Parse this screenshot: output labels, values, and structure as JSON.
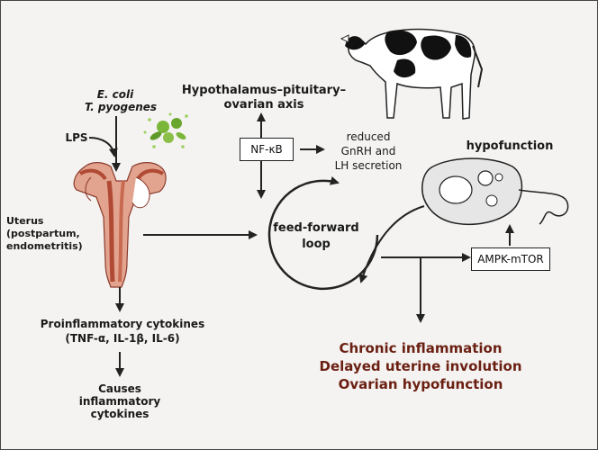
{
  "inputs": {
    "pathogen1": "E. coli",
    "pathogen2": "T. pyogenes",
    "lps": "LPS"
  },
  "hpo_axis": {
    "line1": "Hypothalamus–pituitary–",
    "line2": "ovarian axis"
  },
  "nfkb": "NF-κB",
  "reduced": {
    "line1": "reduced",
    "line2": "GnRH and",
    "line3": "LH secretion"
  },
  "hypofunction": "hypofunction",
  "uterus": {
    "line1": "Uterus",
    "line2": "(postpartum,",
    "line3": "endometritis)"
  },
  "loop": {
    "line1": "feed-forward",
    "line2": "loop"
  },
  "ampk": "AMPK-mTOR",
  "cytokines": {
    "line1": "Proinflammatory cytokines",
    "line2": "(TNF-α, IL-1β, IL-6)"
  },
  "causes": {
    "line1": "Causes",
    "line2": "inflammatory",
    "line3": "cytokines"
  },
  "outcomes": [
    "Chronic inflammation",
    "Delayed uterine involution",
    "Ovarian hypofunction"
  ],
  "colors": {
    "outcome": "#6b1f12",
    "tissue": "#d9826a",
    "tissue_dark": "#b04a35",
    "bacteria": "#7ab63a"
  }
}
